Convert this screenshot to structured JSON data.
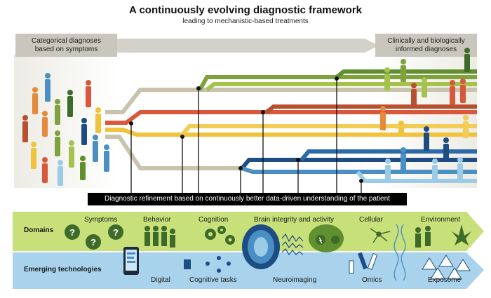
{
  "header": {
    "title": "A continuously evolving diagnostic framework",
    "subtitle": "leading to mechanistic-based treatments"
  },
  "left_box": {
    "line1": "Categorical diagnoses",
    "line2": "based on symptoms"
  },
  "right_box": {
    "line1": "Clinically and biologically",
    "line2": "informed diagnoses"
  },
  "refinement_label": "Diagnostic refinement based on continuously better data-driven understanding of the patient",
  "domains": {
    "heading": "Domains",
    "items": [
      "Symptoms",
      "Behavior",
      "Cognition",
      "Brain integrity and activity",
      "Cellular",
      "Environment"
    ]
  },
  "technologies": {
    "heading": "Emerging technologies",
    "items": [
      "Digital",
      "Cognitive tasks",
      "Neuroimaging",
      "Omics",
      "Exposome"
    ]
  },
  "colors": {
    "green_band": "#c8e07a",
    "blue_band": "#a9d3ec",
    "pathway_colors": [
      "#7fa23c",
      "#a5c24c",
      "#c9c3ad",
      "#d9573a",
      "#f0c33a",
      "#1d4d82",
      "#4a8fc4",
      "#9ccbe8"
    ]
  }
}
